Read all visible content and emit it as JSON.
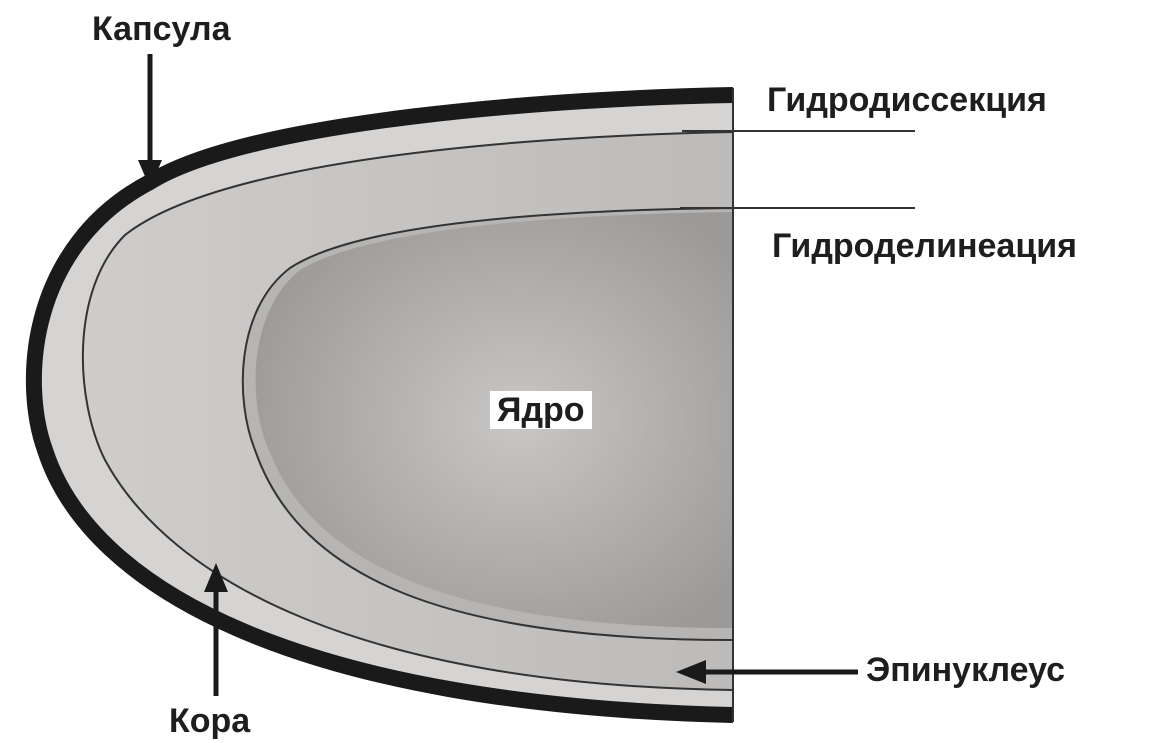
{
  "labels": {
    "capsule": "Капсула",
    "hydrodissection": "Гидродиссекция",
    "hydrodelineation": "Гидроделинеация",
    "nucleus": "Ядро",
    "epinucleus": "Эпинуклеус",
    "cortex": "Кора"
  },
  "colors": {
    "capsule": "#1a1a1a",
    "subcapsular_band": "#d6d4d2",
    "cortex": "#c3c1bf",
    "epinucleus": "#b7b5b3",
    "nucleus_center": "#c9c7c5",
    "nucleus_edge": "#9c9a98",
    "line": "#333333",
    "text": "#1e1e1e"
  }
}
